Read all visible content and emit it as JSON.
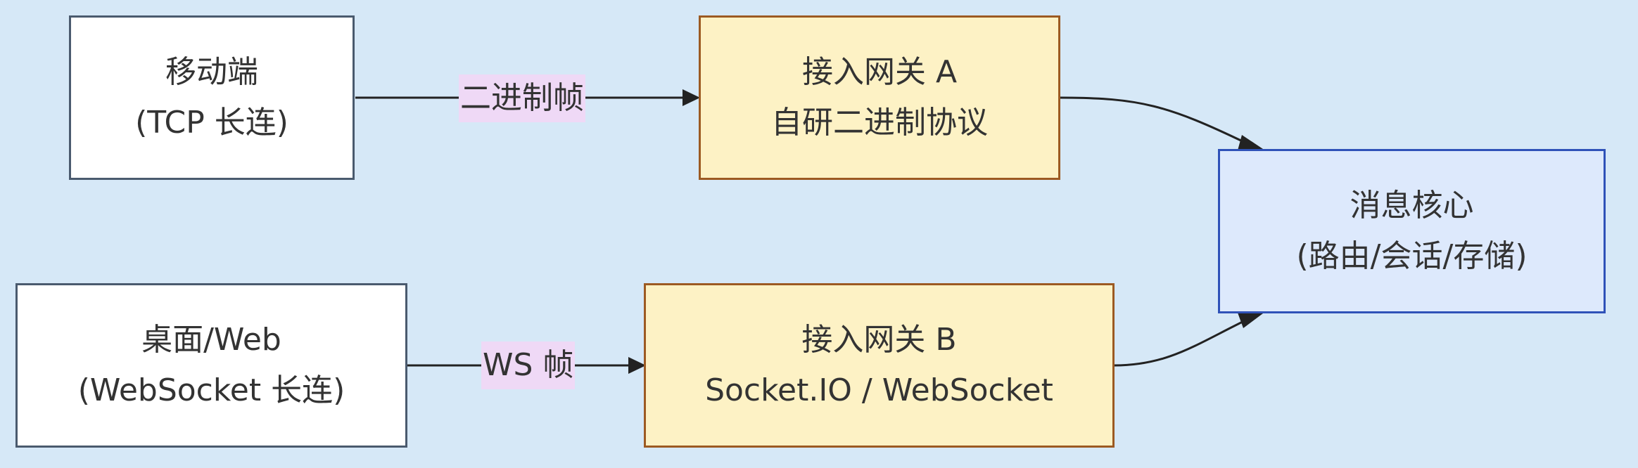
{
  "nodes": {
    "mobile": {
      "line1": "移动端",
      "line2": "(TCP 长连)"
    },
    "desktop": {
      "line1": "桌面/Web",
      "line2": "(WebSocket 长连)"
    },
    "gateway_a": {
      "line1": "接入网关 A",
      "line2": "自研二进制协议"
    },
    "gateway_b": {
      "line1": "接入网关 B",
      "line2": "Socket.IO / WebSocket"
    },
    "core": {
      "line1": "消息核心",
      "line2": "(路由/会话/存储)"
    }
  },
  "edges": {
    "mobile_to_gateway_a": {
      "label": "二进制帧"
    },
    "desktop_to_gateway_b": {
      "label": "WS 帧"
    }
  },
  "colors": {
    "background": "#d6e8f7",
    "client_fill": "#ffffff",
    "client_border": "#4a5a6e",
    "gateway_fill": "#fdf2c5",
    "gateway_border": "#9c5a22",
    "core_fill": "#dde9fc",
    "core_border": "#2f52b8",
    "edge_label_fill": "#efd9f6",
    "edge_stroke": "#222222"
  }
}
